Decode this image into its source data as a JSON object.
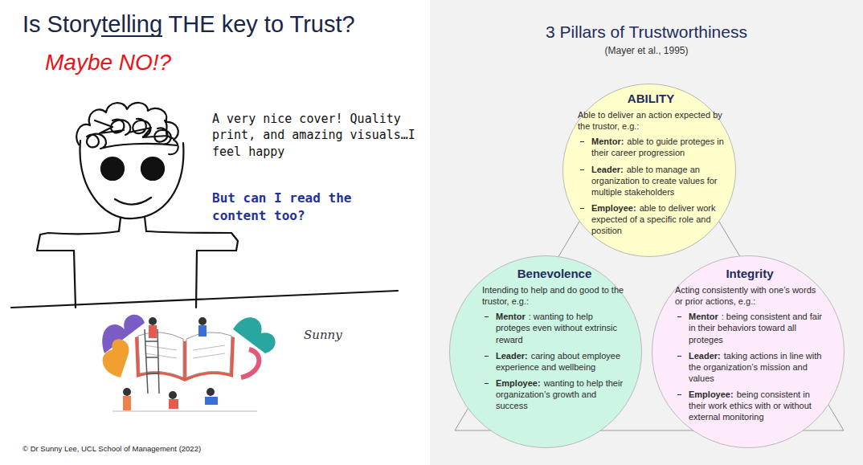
{
  "diagram": {
    "title": "Is Storytelling THE key to Trust?",
    "caption": "© Dr Sunny Lee, UCL School of Management (2022)",
    "nodes": [
      {
        "text": [
          "ABILITY",
          "Able to deliver an action expected by the trustor, e.g.:",
          "Mentor:",
          "able to guide proteges in their career progression",
          "Leader:",
          "able to manage an organization to create values for multiple stakeholders",
          "Employee:",
          "able to deliver work expected of a specific role and position"
        ]
      },
      {
        "text": [
          "Benevolence",
          "Intending to help and do good to the trustor, e.g.:",
          "Mentor",
          ": wanting to help proteges even without extrinsic reward",
          "Leader:",
          "caring about employee experience and wellbeing",
          "Employee:",
          "wanting to help their organization’s growth and success"
        ]
      },
      {
        "text": [
          "Integrity",
          "Acting consistently with one’s words or prior actions, e.g.:",
          "Mentor",
          ": being consistent and fair in their behaviors toward all proteges",
          "Leader:",
          "taking actions in line with the organization’s mission and values",
          "Employee:",
          "being consistent in their work ethics with or without external monitoring"
        ]
      }
    ],
    "labels": [
      "Maybe NO!?",
      "A very nice cover! Quality print, and amazing visuals…I feel happy",
      "But can I read the content too?",
      "Sunny",
      "3 Pillars of Trustworthiness",
      "(Mayer et al., 1995)"
    ]
  }
}
